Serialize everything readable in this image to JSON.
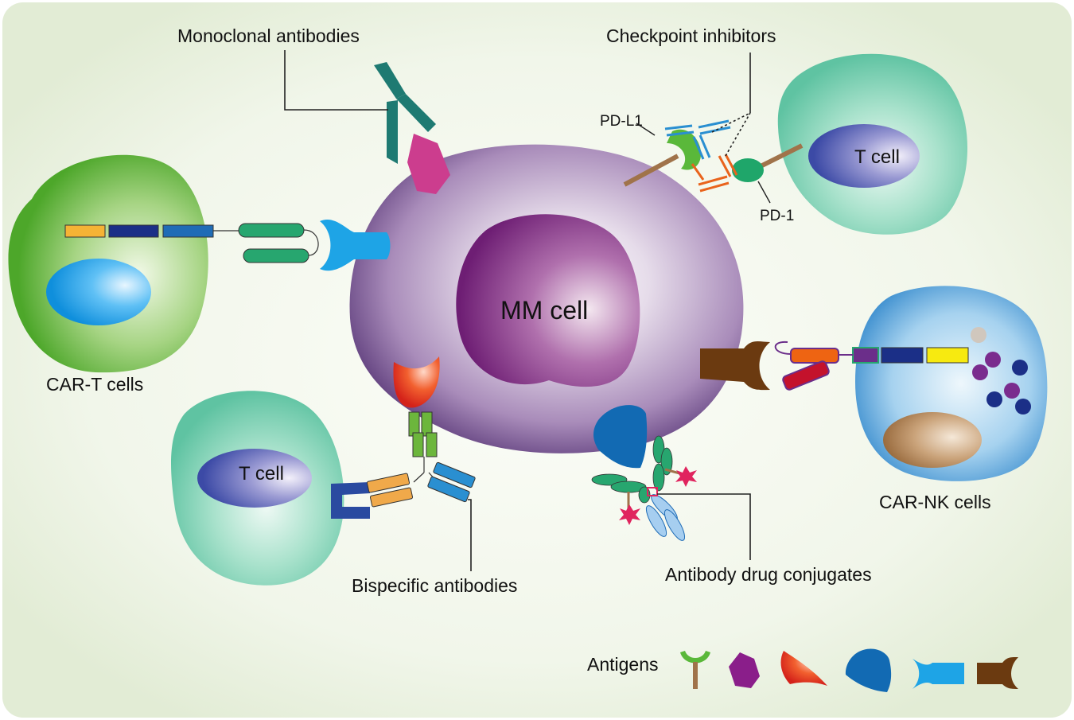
{
  "labels": {
    "monoclonal": "Monoclonal antibodies",
    "checkpoint": "Checkpoint inhibitors",
    "pdl1": "PD-L1",
    "pd1": "PD-1",
    "t_cell_top": "T cell",
    "car_t": "CAR-T cells",
    "mm_cell": "MM cell",
    "t_cell_bottom": "T cell",
    "bispecific": "Bispecific antibodies",
    "adc": "Antibody drug conjugates",
    "car_nk": "CAR-NK cells",
    "antigens": "Antigens"
  },
  "colors": {
    "background_center": "#fbfcf6",
    "background_edge": "#e5eed8",
    "mm_cell": "#b49bc1",
    "mm_nucleus": "#8a3c8a",
    "car_t_cell": "#6cb63c",
    "t_cell": "#7fcfb4",
    "t_cell_nucleus": "#4a5cae",
    "car_nk_cell": "#5fa8d8",
    "monoclonal_antibody": "#1f7a72",
    "pink_antigen": "#cc3d8e",
    "light_blue_antigen": "#1a9fe0",
    "brown_antigen": "#6b3a10",
    "red_antigen": "#e53a1e",
    "dark_blue_antigen": "#126ab3",
    "green_antigen": "#5ab83a"
  }
}
